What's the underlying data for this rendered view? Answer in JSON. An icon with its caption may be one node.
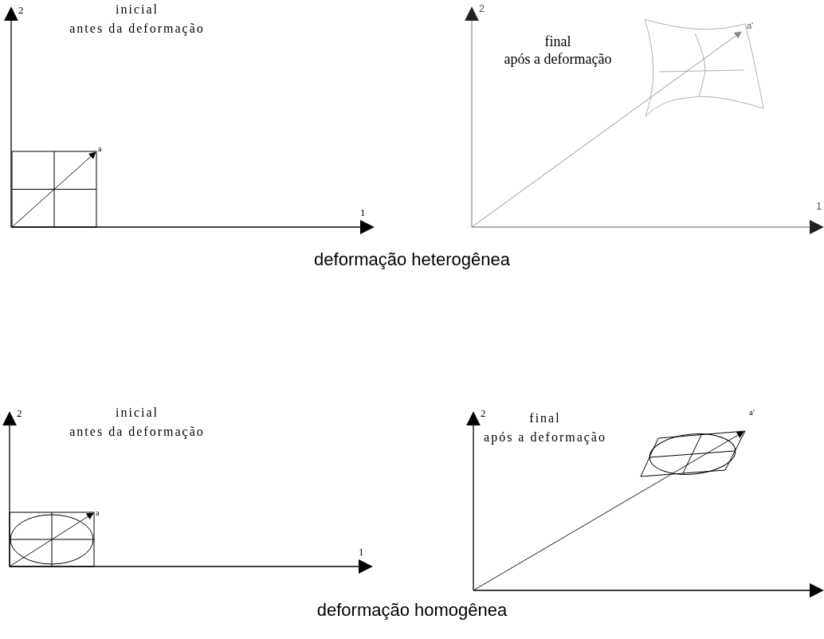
{
  "diagram": {
    "labels": [
      "2",
      "inicial",
      "antes da deformação",
      "a",
      "1",
      "2",
      "final",
      "após a deformação",
      "a'",
      "1",
      "deformação heterogênea",
      "2",
      "inicial",
      "antes da deformação",
      "a",
      "1",
      "2",
      "final",
      "após a deformação",
      "a'",
      "deformação homogênea"
    ]
  }
}
